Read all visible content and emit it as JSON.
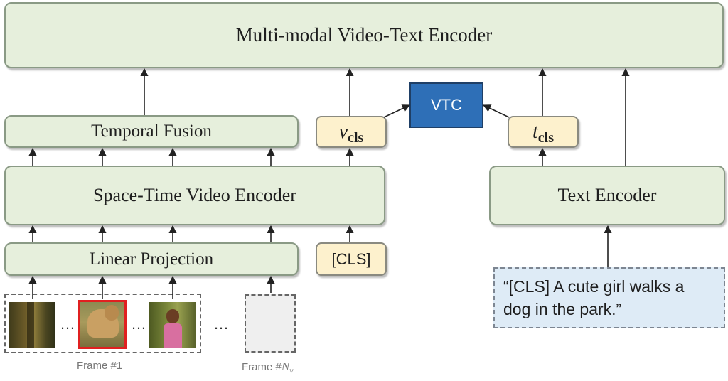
{
  "nodes": {
    "multimodal_encoder": "Multi-modal Video-Text Encoder",
    "temporal_fusion": "Temporal Fusion",
    "video_encoder": "Space-Time Video Encoder",
    "linear_projection": "Linear Projection",
    "v_cls_base": "v",
    "v_cls_sub": "cls",
    "vtc": "VTC",
    "t_cls_base": "t",
    "t_cls_sub": "cls",
    "text_encoder": "Text Encoder",
    "cls_token": "[CLS]",
    "text_input_line1": "“[CLS] A cute girl walks a",
    "text_input_line2": "dog in the park.”"
  },
  "frames": {
    "ellipsis": "…",
    "caption_first": "Frame #1",
    "caption_last_prefix": "Frame #",
    "caption_last_var": "N",
    "caption_last_sub": "v",
    "thumbnails": [
      "forest-frame",
      "dog-frame",
      "girl-frame"
    ],
    "placeholder": "empty-frame"
  },
  "colors": {
    "green_box": "#e6efdc",
    "yellow_box": "#fdf1cd",
    "vtc_box": "#2e6fb7",
    "text_input_box": "#deebf6",
    "highlight_frame": "#e02020"
  }
}
